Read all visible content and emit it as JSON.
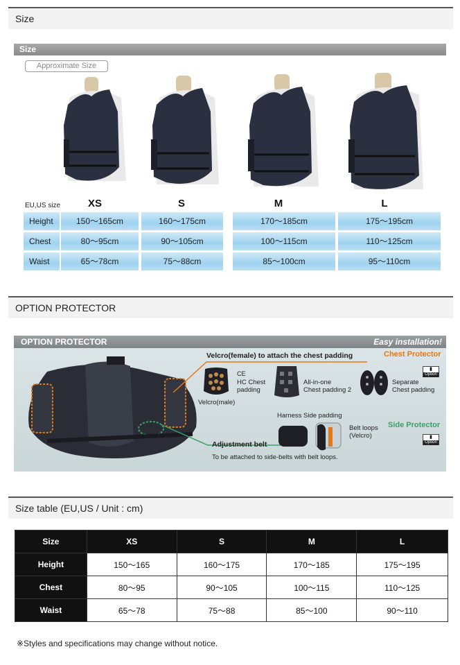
{
  "sections": {
    "size": "Size",
    "option": "OPTION PROTECTOR",
    "table": "Size table (EU,US / Unit : cm)"
  },
  "size_image": {
    "bar_title": "Size",
    "approx": "Approximate Size",
    "eu_label": "EU,US size",
    "sizes": [
      "XS",
      "S",
      "M",
      "L"
    ],
    "rows": [
      {
        "label": "Height",
        "values": [
          "150～165cm",
          "160～175cm",
          "170～185cm",
          "175～195cm"
        ]
      },
      {
        "label": "Chest",
        "values": [
          "80～95cm",
          "90～105cm",
          "100～115cm",
          "110～125cm"
        ]
      },
      {
        "label": "Waist",
        "values": [
          "65～78cm",
          "75～88cm",
          "85～100cm",
          "95～110cm"
        ]
      }
    ]
  },
  "option_image": {
    "bar_title": "OPTION PROTECTOR",
    "easy": "Easy installation!",
    "velcro_female": "Velcro(female) to attach the chest padding",
    "chest_protector": "Chest Protector",
    "ce": "CE",
    "hc_chest": "HC Chest",
    "hc_padding": "padding",
    "velcro_male": "Velcro(male)",
    "all_in_one": "All-in-one",
    "chest_padding_2": "Chest padding 2",
    "separate": "Separate",
    "separate_padding": "Chest padding",
    "option": "Option",
    "harness_side": "Harness Side padding",
    "belt_loops": "Belt loops",
    "velcro_paren": "(Velcro)",
    "side_protector": "Side Protector",
    "adjustment_belt": "Adjustment belt",
    "attach_note": "To be attached to side-belts with belt loops.",
    "colors": {
      "orange": "#e07a1c",
      "green": "#3aa06a"
    }
  },
  "size_table": {
    "headers": [
      "Size",
      "XS",
      "S",
      "M",
      "L"
    ],
    "rows": [
      {
        "label": "Height",
        "values": [
          "150～165",
          "160～175",
          "170～185",
          "175～195"
        ]
      },
      {
        "label": "Chest",
        "values": [
          "80～95",
          "90～105",
          "100～115",
          "110～125"
        ]
      },
      {
        "label": "Waist",
        "values": [
          "65～78",
          "75～88",
          "85～100",
          "90～110"
        ]
      }
    ]
  },
  "note": "※Styles and specifications may change without notice."
}
